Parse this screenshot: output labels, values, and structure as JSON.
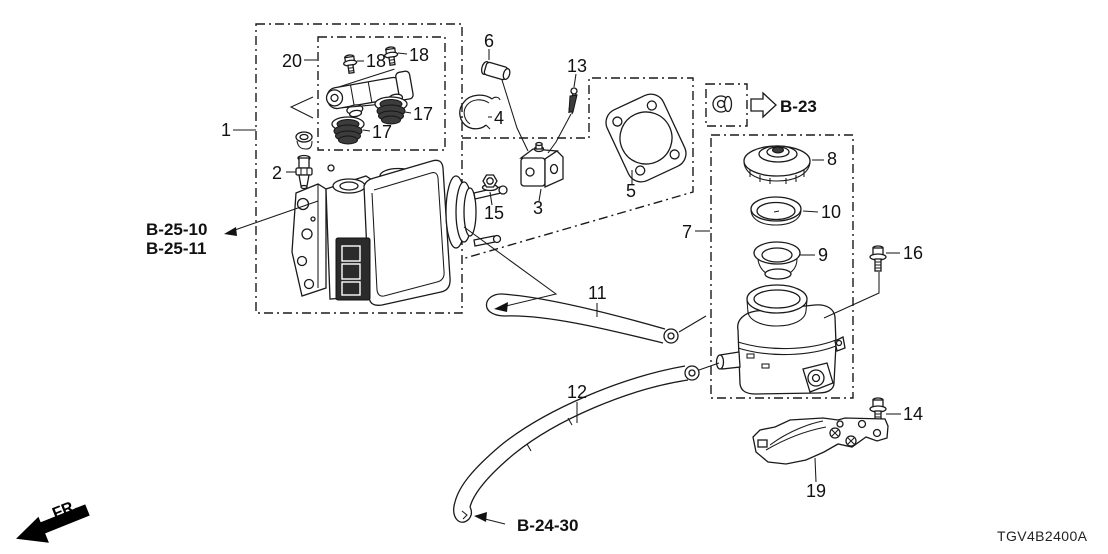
{
  "part_code": "TGV4B2400A",
  "orientation": {
    "front_label": "FR."
  },
  "callouts": {
    "c1": "1",
    "c2": "2",
    "c3": "3",
    "c4": "4",
    "c5": "5",
    "c6": "6",
    "c7": "7",
    "c8": "8",
    "c9": "9",
    "c10": "10",
    "c11": "11",
    "c12": "12",
    "c13": "13",
    "c14": "14",
    "c15": "15",
    "c16": "16",
    "c17a": "17",
    "c17b": "17",
    "c18a": "18",
    "c18b": "18",
    "c19": "19",
    "c20": "20"
  },
  "references": {
    "ref1": "B-25-10",
    "ref2": "B-25-11",
    "ref3": "B-23",
    "ref4": "B-24-30"
  }
}
